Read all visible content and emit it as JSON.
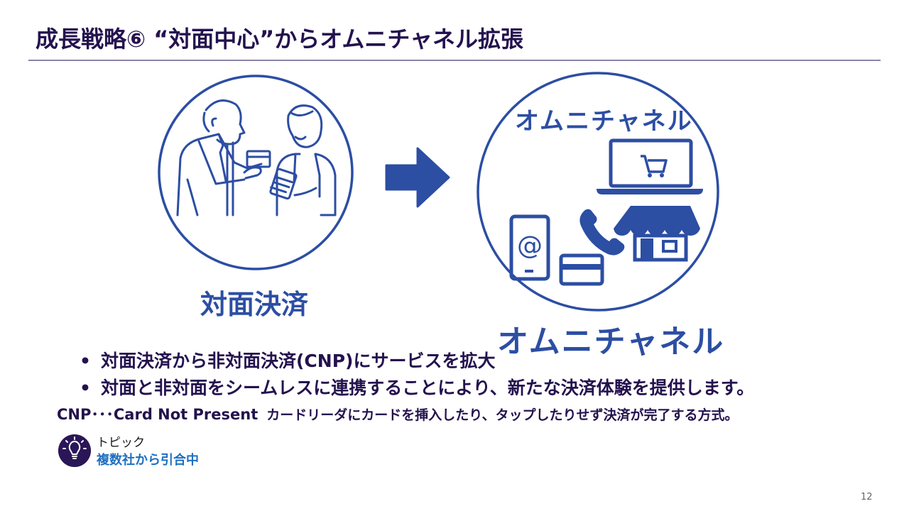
{
  "slide": {
    "title": "成長戦略⑥ “対面中心”からオムニチャネル拡張",
    "page_number": "12"
  },
  "illustrations": {
    "left": {
      "icon": "face-to-face-payment-illustration",
      "caption": "対面決済"
    },
    "arrow": {
      "icon": "right-arrow-icon"
    },
    "right": {
      "inner_heading": "オムニチャネル",
      "icons": [
        "laptop-cart-icon",
        "smartphone-at-icon",
        "phone-icon",
        "credit-card-icon",
        "storefront-icon"
      ],
      "caption": "オムニチャネル"
    }
  },
  "bullets": [
    "対面決済から非対面決済(CNP)にサービスを拡大",
    "対面と非対面をシームレスに連携することにより、新たな決済体験を提供します。"
  ],
  "bullet_marker": "•",
  "note": {
    "term": "CNP･･･Card Not Present",
    "definition": "カードリーダにカードを挿入したり、タップしたりせず決済が完了する方式。"
  },
  "topic": {
    "icon": "lightbulb-icon",
    "label": "トピック",
    "value": "複数社から引合中"
  },
  "colors": {
    "title": "#24124e",
    "accent_blue": "#2c4ea3",
    "topic_icon_bg": "#2a1657",
    "topic_value": "#1e6fc0"
  }
}
